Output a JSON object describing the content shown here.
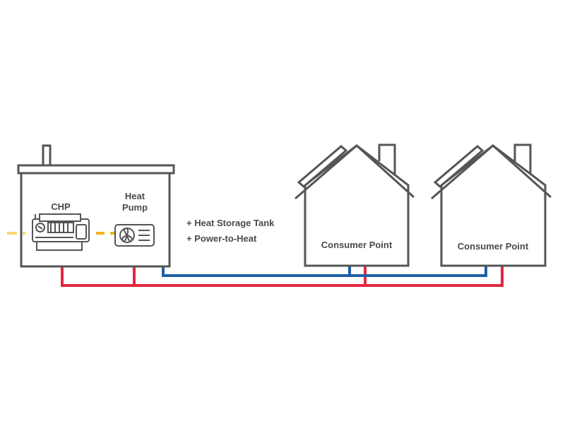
{
  "plant": {
    "chp_label": "CHP",
    "heat_pump_label_line1": "Heat",
    "heat_pump_label_line2": "Pump"
  },
  "extras": [
    "+ Heat Storage Tank",
    "+ Power-to-Heat"
  ],
  "consumers": [
    {
      "label": "Consumer Point"
    },
    {
      "label": "Consumer Point"
    }
  ],
  "colors": {
    "outline": "#555555",
    "supply_line": "#e2283f",
    "return_line": "#1d5fa6",
    "power_line": "#f3b51d",
    "power_line_light": "#f7d874",
    "text": "#4a4a4a"
  }
}
